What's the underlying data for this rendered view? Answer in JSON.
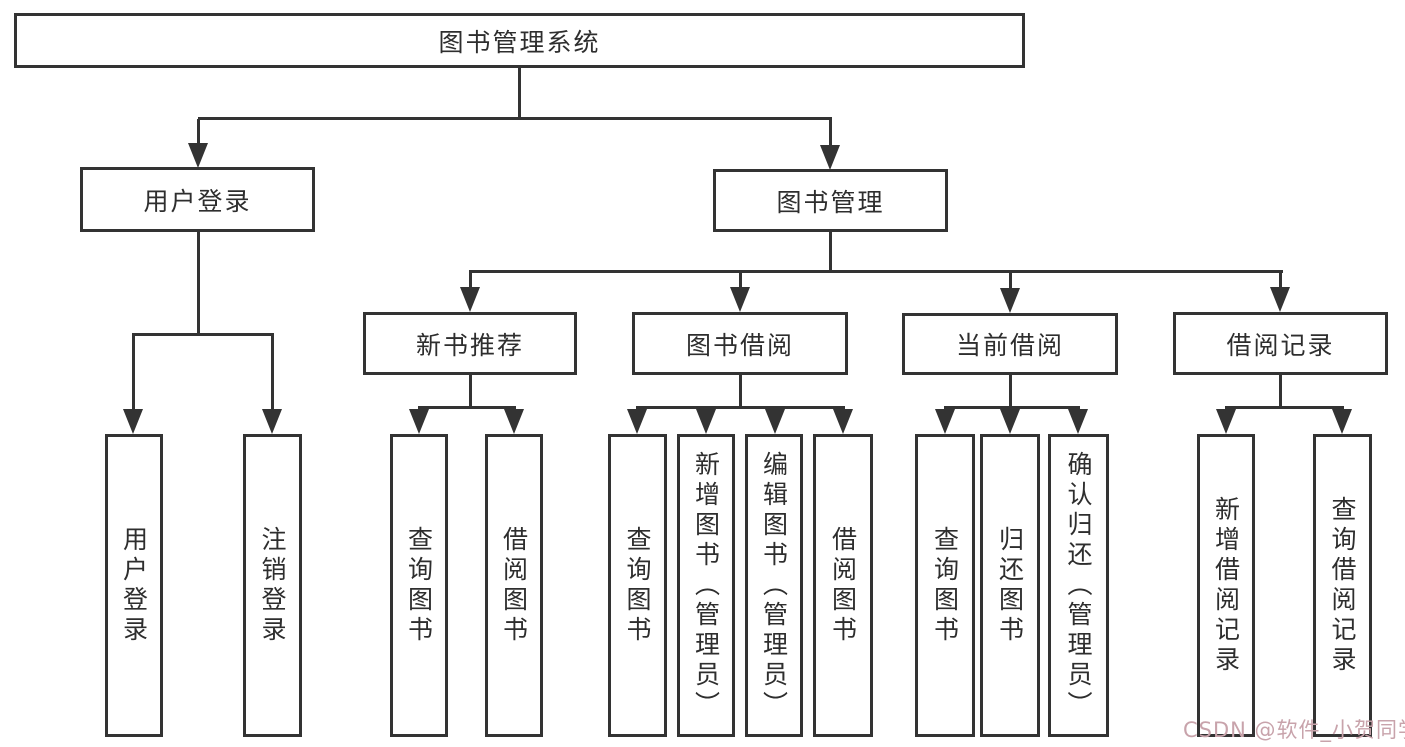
{
  "diagram": {
    "root": {
      "label": "图书管理系统",
      "children": [
        {
          "label": "用户登录",
          "children": [
            {
              "label": "用户登录"
            },
            {
              "label": "注销登录"
            }
          ]
        },
        {
          "label": "图书管理",
          "children": [
            {
              "label": "新书推荐",
              "children": [
                {
                  "label": "查询图书"
                },
                {
                  "label": "借阅图书"
                }
              ]
            },
            {
              "label": "图书借阅",
              "children": [
                {
                  "label": "查询图书"
                },
                {
                  "label": "新增图书（管理员）"
                },
                {
                  "label": "编辑图书（管理员）"
                },
                {
                  "label": "借阅图书"
                }
              ]
            },
            {
              "label": "当前借阅",
              "children": [
                {
                  "label": "查询图书"
                },
                {
                  "label": "归还图书"
                },
                {
                  "label": "确认归还（管理员）"
                }
              ]
            },
            {
              "label": "借阅记录",
              "children": [
                {
                  "label": "新增借阅记录"
                },
                {
                  "label": "查询借阅记录"
                }
              ]
            }
          ]
        }
      ]
    },
    "colors": {
      "line": "#333333",
      "box_border": "#333333",
      "text": "#2e2e2e",
      "background": "#ffffff"
    }
  },
  "watermark": {
    "text": "CSDN @软件_小贺同学",
    "color": "#c8a3ab"
  }
}
